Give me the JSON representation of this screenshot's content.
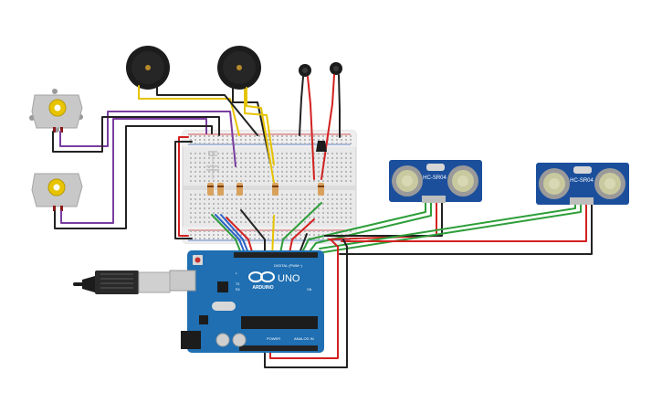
{
  "arduino": {
    "model": "UNO",
    "brand": "ARDUINO",
    "digital_label": "DIGITAL (PWM~)",
    "power_label": "POWER",
    "analog_label": "ANALOG IN",
    "tx": "TX",
    "rx": "RX",
    "l": "L",
    "on": "ON"
  },
  "sensors": [
    {
      "label": "HC-SR04"
    },
    {
      "label": "HC-SR04"
    }
  ],
  "colors": {
    "board": "#1f6fb2",
    "sensor": "#1b4f9c",
    "breadboard": "#e9e9e9",
    "wire_red": "#d32020",
    "wire_black": "#222222",
    "wire_green": "#2e9e3a",
    "wire_yellow": "#e6c300",
    "wire_purple": "#7a3da0",
    "wire_blue": "#2a63c9"
  }
}
